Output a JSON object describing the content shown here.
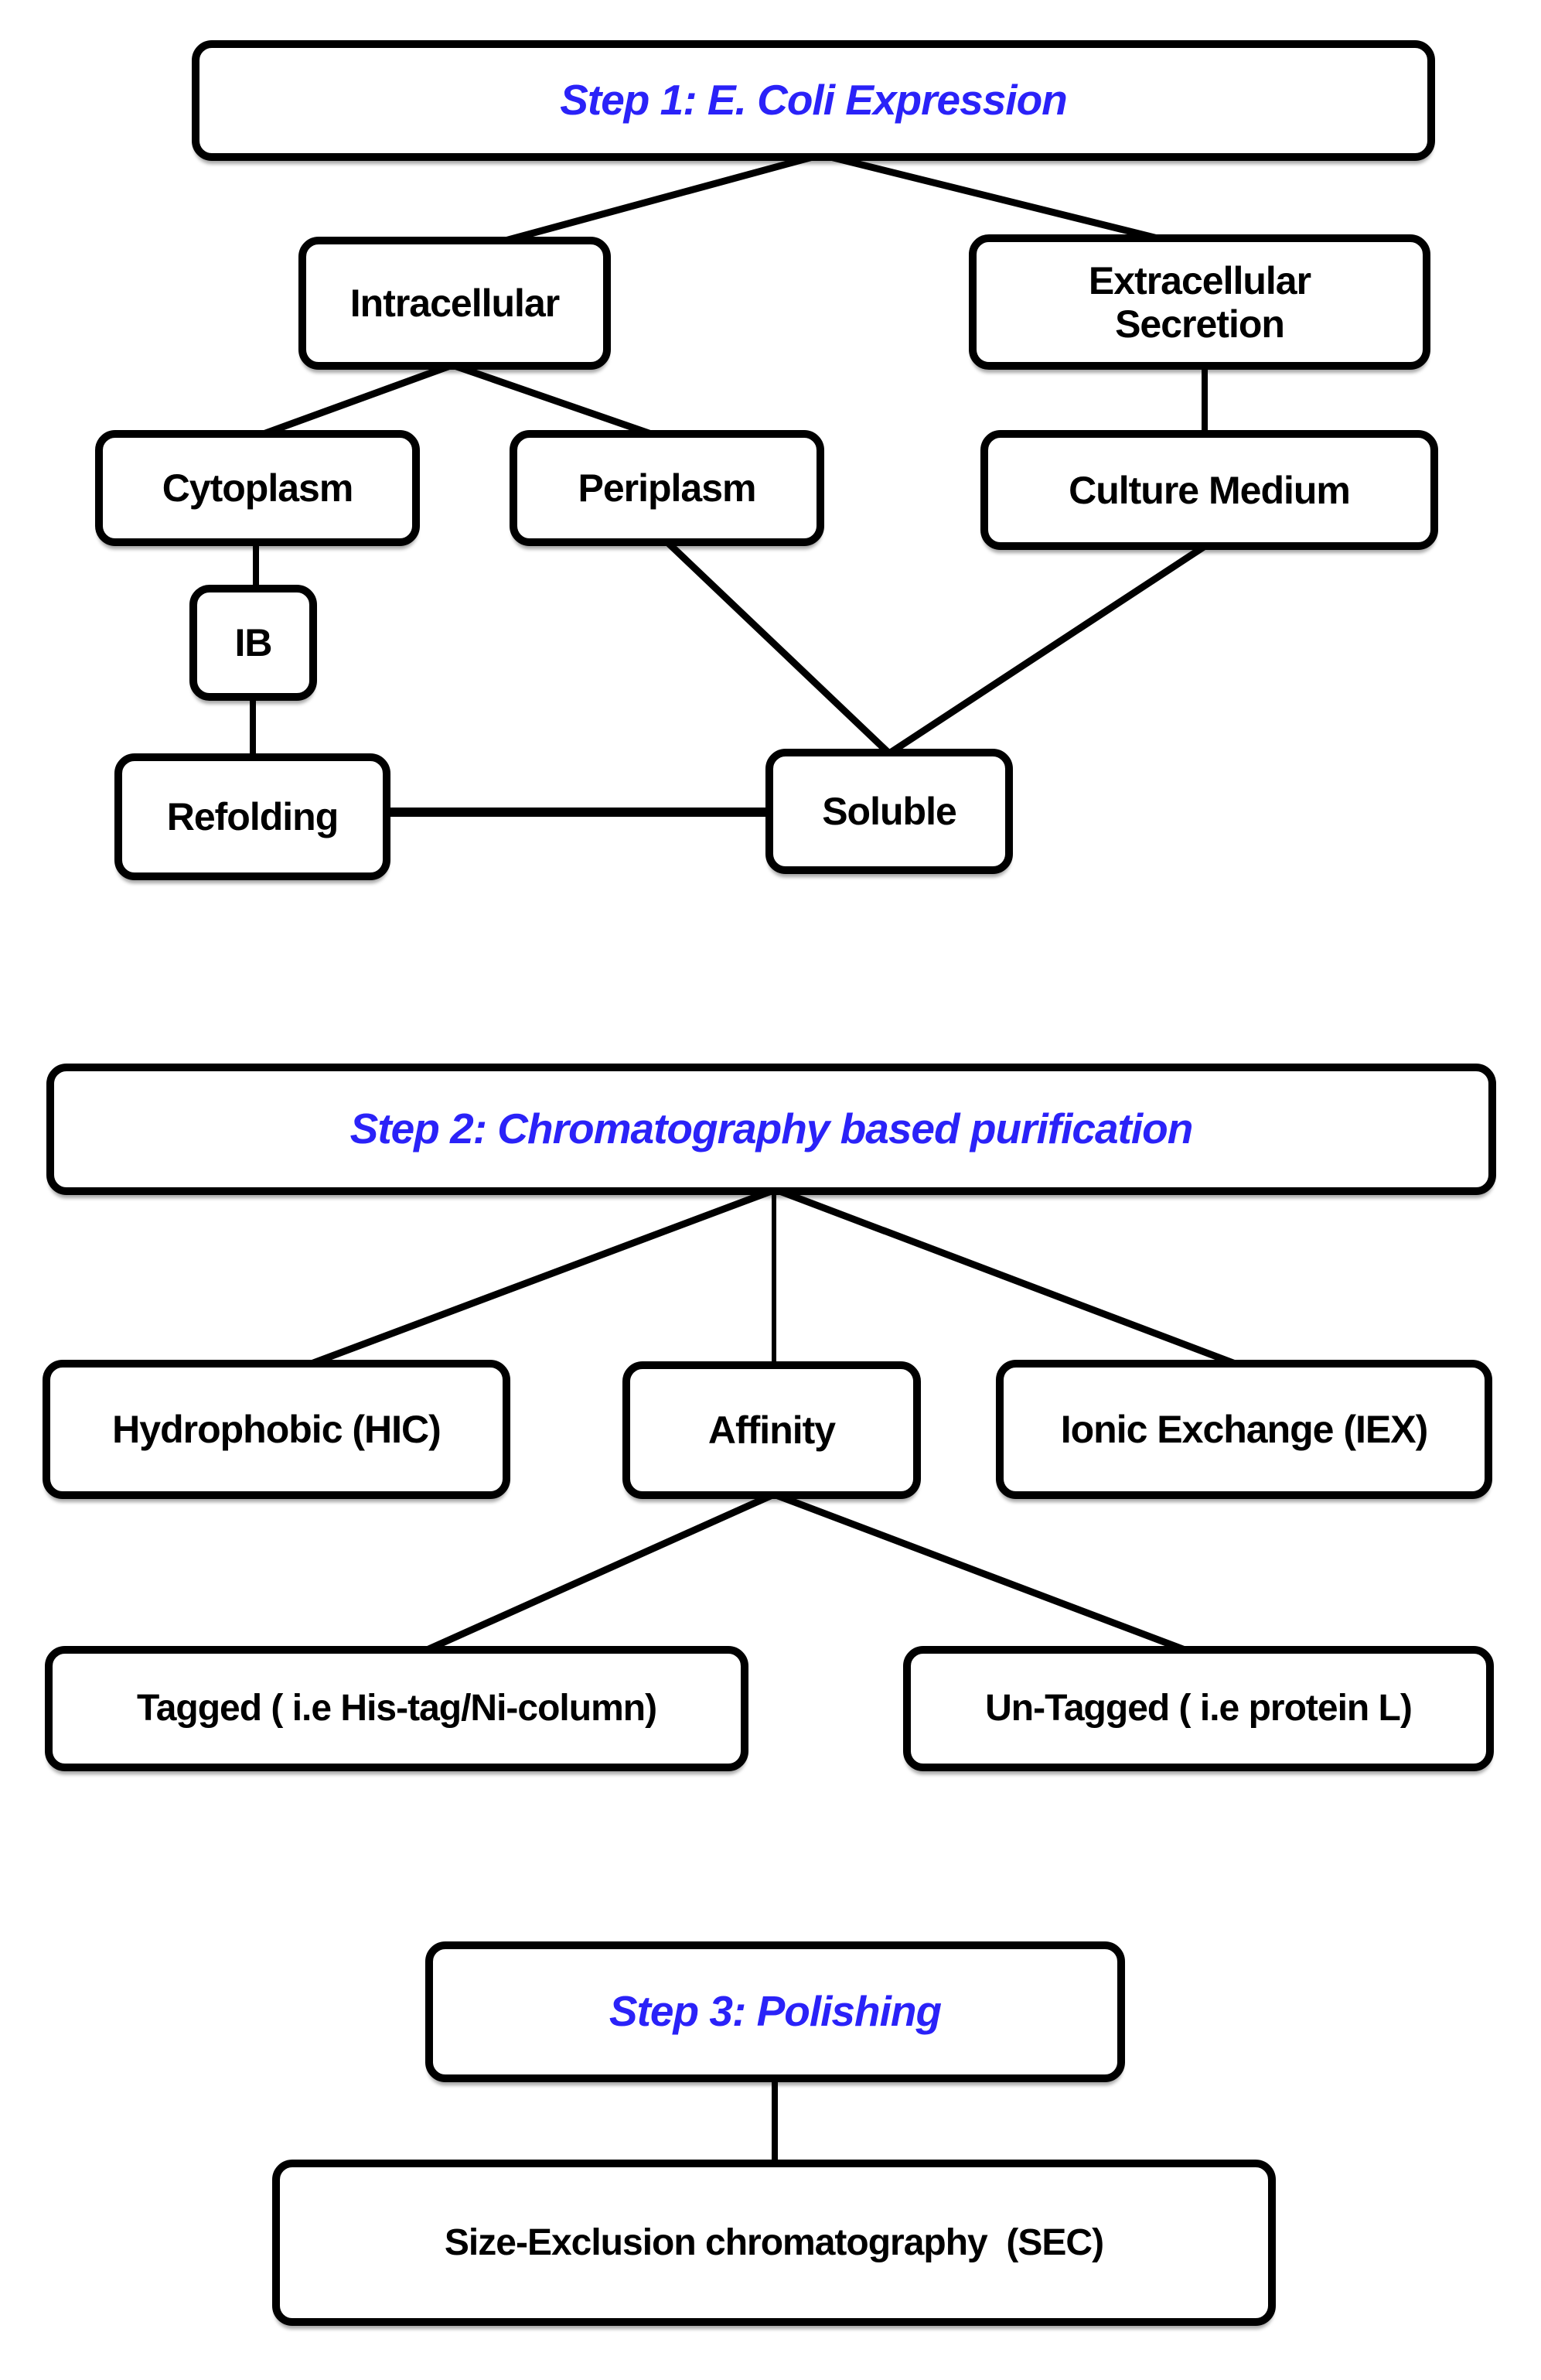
{
  "figure": {
    "title": "E. coli protein expression and purification flowchart",
    "colors": {
      "accent_blue": "#2a22f8",
      "line": "#000000",
      "box_border": "#000000",
      "box_fill": "#ffffff",
      "background": "#ffffff"
    }
  },
  "nodes": {
    "step1": {
      "label": "Step 1: E. Coli Expression",
      "type": "step-header"
    },
    "intracellular": {
      "label": "Intracellular",
      "type": "node"
    },
    "extracellular": {
      "label": "Extracellular\nSecretion",
      "type": "node"
    },
    "cytoplasm": {
      "label": "Cytoplasm",
      "type": "node"
    },
    "periplasm": {
      "label": "Periplasm",
      "type": "node"
    },
    "culture_medium": {
      "label": "Culture Medium",
      "type": "node"
    },
    "ib": {
      "label": "IB",
      "type": "node"
    },
    "refolding": {
      "label": "Refolding",
      "type": "node"
    },
    "soluble": {
      "label": "Soluble",
      "type": "node"
    },
    "step2": {
      "label": "Step 2: Chromatography based purification",
      "type": "step-header"
    },
    "hydrophobic": {
      "label": "Hydrophobic (HIC)",
      "type": "node"
    },
    "affinity": {
      "label": "Affinity",
      "type": "node"
    },
    "ionic_exchange": {
      "label": "Ionic Exchange (IEX)",
      "type": "node"
    },
    "tagged": {
      "label": "Tagged ( i.e His-tag/Ni-column)",
      "type": "node"
    },
    "untagged": {
      "label": "Un-Tagged ( i.e protein L)",
      "type": "node"
    },
    "step3": {
      "label": "Step 3: Polishing",
      "type": "step-header"
    },
    "sec": {
      "label": "Size-Exclusion chromatography  (SEC)",
      "type": "node"
    }
  },
  "edges": [
    {
      "from": "step1",
      "to": "intracellular"
    },
    {
      "from": "step1",
      "to": "extracellular"
    },
    {
      "from": "intracellular",
      "to": "cytoplasm"
    },
    {
      "from": "intracellular",
      "to": "periplasm"
    },
    {
      "from": "extracellular",
      "to": "culture_medium"
    },
    {
      "from": "cytoplasm",
      "to": "ib"
    },
    {
      "from": "ib",
      "to": "refolding"
    },
    {
      "from": "periplasm",
      "to": "soluble"
    },
    {
      "from": "culture_medium",
      "to": "soluble"
    },
    {
      "from": "refolding",
      "to": "soluble"
    },
    {
      "from": "step2",
      "to": "hydrophobic"
    },
    {
      "from": "step2",
      "to": "affinity"
    },
    {
      "from": "step2",
      "to": "ionic_exchange"
    },
    {
      "from": "affinity",
      "to": "tagged"
    },
    {
      "from": "affinity",
      "to": "untagged"
    },
    {
      "from": "step3",
      "to": "sec"
    }
  ]
}
